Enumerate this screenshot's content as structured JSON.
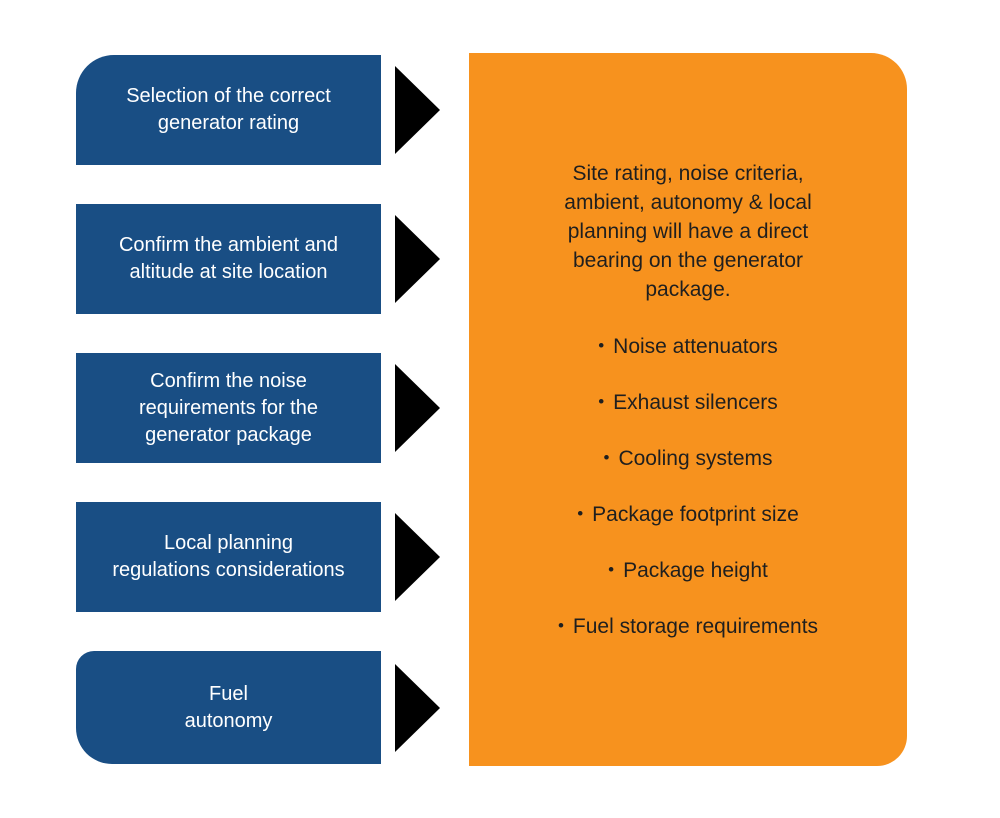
{
  "diagram": {
    "steps": [
      {
        "lines": [
          "Selection of the correct",
          "generator rating"
        ]
      },
      {
        "lines": [
          "Confirm the ambient and",
          "altitude at site location"
        ]
      },
      {
        "lines": [
          "Confirm the noise",
          "requirements for the",
          "generator package"
        ]
      },
      {
        "lines": [
          "Local planning",
          "regulations considerations"
        ]
      },
      {
        "lines": [
          "Fuel",
          "autonomy"
        ]
      }
    ],
    "arrow_icon": "right-pointing-triangle",
    "panel": {
      "intro_lines": [
        "Site rating, noise criteria,",
        "ambient, autonomy & local",
        "planning will have a direct",
        "bearing on the generator",
        "package."
      ],
      "bullet_glyph": "•",
      "bullets": [
        "Noise attenuators",
        "Exhaust silencers",
        "Cooling systems",
        "Package footprint size",
        "Package height",
        "Fuel storage requirements"
      ]
    },
    "colors": {
      "step_bg": "#194E84",
      "step_text": "#FFFFFF",
      "panel_bg": "#F7921E",
      "panel_text": "#1F1F1F",
      "arrow": "#000000",
      "background": "#FFFFFF"
    }
  }
}
